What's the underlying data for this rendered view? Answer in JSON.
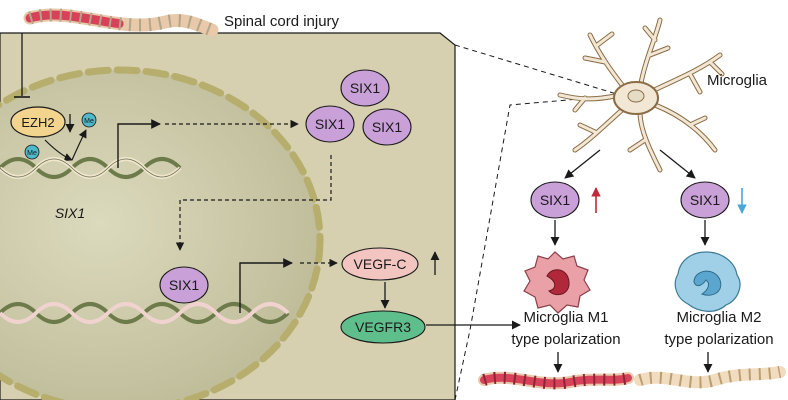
{
  "header": {
    "injury_label": "Spinal cord injury"
  },
  "nucleus": {
    "ezh2_label": "EZH2",
    "methyl_label": "Me",
    "gene_label": "SIX1"
  },
  "proteins": {
    "six1_label": "SIX1",
    "vegfc_label": "VEGF-C",
    "vegfr3_label": "VEGFR3"
  },
  "right_panel": {
    "cell_label": "Microglia",
    "m1_line1": "Microglia M1",
    "m1_line2": "type polarization",
    "m2_line1": "Microglia M2",
    "m2_line2": "type polarization"
  },
  "colors": {
    "cytoplasm": "#d6d0b0",
    "nucleus": "#c9c7a6",
    "envelope": "#b7ad6c",
    "six1_fill": "#c9a0d8",
    "vegfc_fill": "#f3c5c0",
    "vegfr3_fill": "#5fbf8c",
    "ezh2_fill": "#f2d48f",
    "methyl_fill": "#4fb8c9",
    "up_arrow_red": "#c0283a",
    "down_arrow_blue": "#4aa7d8",
    "m1_cell": "#e9a0a6",
    "m2_cell": "#9fd0e8"
  },
  "icons": [
    "spinal-cord-injured-icon",
    "microglia-cell-icon",
    "dna-helix-icon",
    "m1-cell-icon",
    "m2-cell-icon",
    "spinal-cord-healthy-icon"
  ]
}
